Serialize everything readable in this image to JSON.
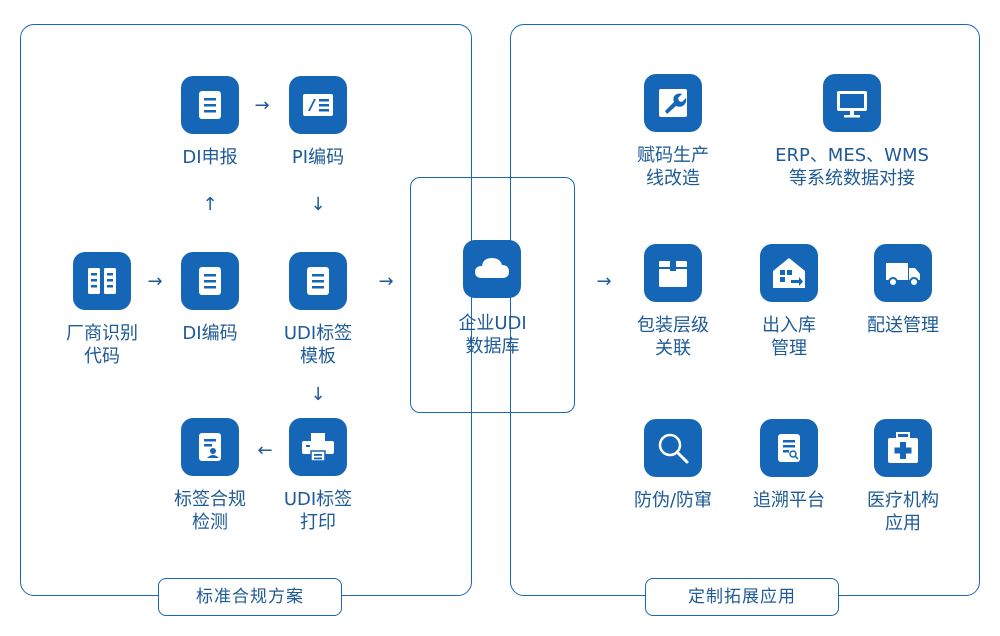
{
  "left_panel": {
    "title": "标准合规方案",
    "nodes": {
      "di_report": {
        "label": "DI申报",
        "icon": "document-icon"
      },
      "pi_code": {
        "label": "PI编码",
        "icon": "pi-code-icon"
      },
      "manufacturer_code": {
        "label": "厂商识别\n代码",
        "icon": "building-icon"
      },
      "di_code": {
        "label": "DI编码",
        "icon": "document-icon"
      },
      "udi_template": {
        "label": "UDI标签\n模板",
        "icon": "document-icon"
      },
      "compliance_check": {
        "label": "标签合规\n检测",
        "icon": "inspection-icon"
      },
      "udi_print": {
        "label": "UDI标签\n打印",
        "icon": "printer-icon"
      }
    }
  },
  "center": {
    "label": "企业UDI\n数据库",
    "icon": "cloud-icon"
  },
  "right_panel": {
    "title": "定制拓展应用",
    "nodes": {
      "line_upgrade": {
        "label": "赋码生产\n线改造",
        "icon": "wrench-icon"
      },
      "erp_integration": {
        "label": "ERP、MES、WMS\n等系统数据对接",
        "icon": "monitor-icon"
      },
      "packaging": {
        "label": "包装层级\n关联",
        "icon": "box-icon"
      },
      "warehouse": {
        "label": "出入库\n管理",
        "icon": "warehouse-icon"
      },
      "delivery": {
        "label": "配送管理",
        "icon": "truck-icon"
      },
      "anti_counterfeit": {
        "label": "防伪/防窜",
        "icon": "magnifier-icon"
      },
      "traceability": {
        "label": "追溯平台",
        "icon": "trace-document-icon"
      },
      "medical": {
        "label": "医疗机构\n应用",
        "icon": "medical-kit-icon"
      }
    }
  },
  "arrows": {
    "right": "→",
    "left": "←",
    "up": "↑",
    "down": "↓"
  },
  "colors": {
    "accent": "#1666b8",
    "border": "#1a68b3",
    "text": "#1e5a96"
  }
}
